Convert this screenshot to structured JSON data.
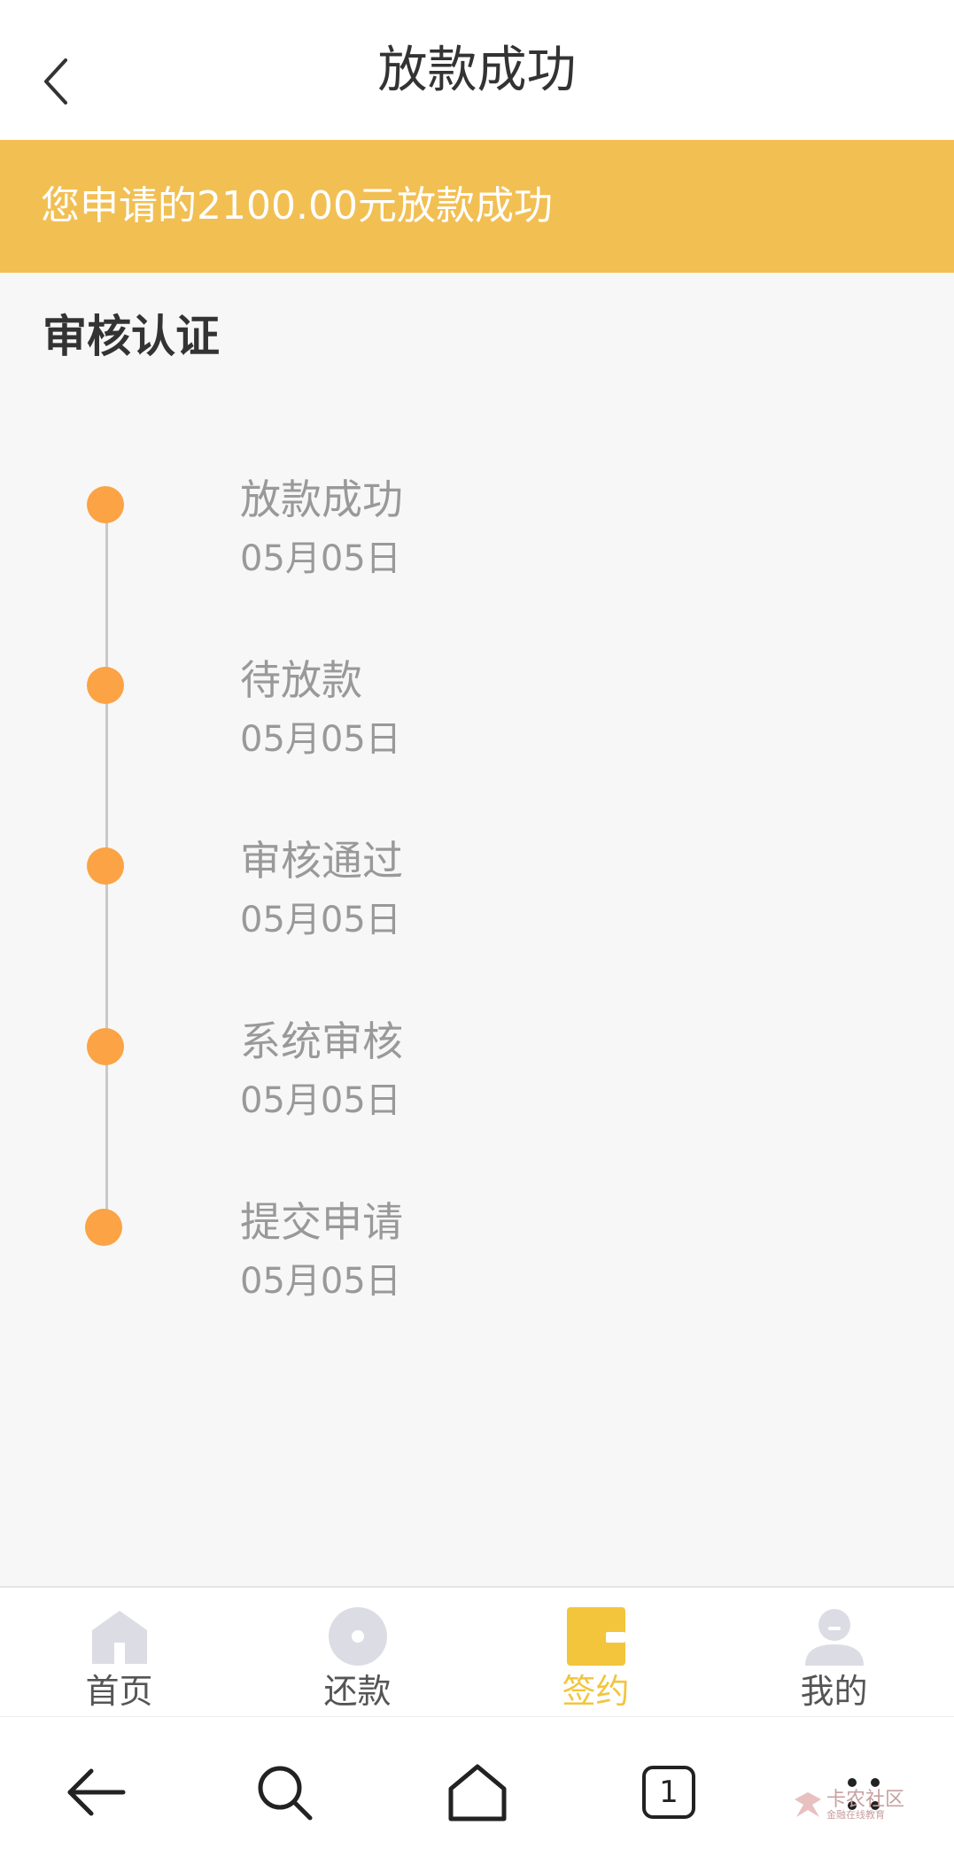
{
  "header": {
    "title": "放款成功"
  },
  "banner": {
    "text": "您申请的2100.00元放款成功"
  },
  "section": {
    "title": "审核认证"
  },
  "timeline": [
    {
      "name": "放款成功",
      "date": "05月05日"
    },
    {
      "name": "待放款",
      "date": "05月05日"
    },
    {
      "name": "审核通过",
      "date": "05月05日"
    },
    {
      "name": "系统审核",
      "date": "05月05日"
    },
    {
      "name": "提交申请",
      "date": "05月05日"
    }
  ],
  "tabs": [
    {
      "label": "首页",
      "icon": "home-icon"
    },
    {
      "label": "还款",
      "icon": "repay-icon"
    },
    {
      "label": "签约",
      "icon": "wallet-icon",
      "active": true
    },
    {
      "label": "我的",
      "icon": "user-icon"
    }
  ],
  "system_nav": {
    "tab_count": "1",
    "watermark_title": "卡农社区",
    "watermark_sub": "金融在线教育"
  },
  "colors": {
    "banner": "#f2bf53",
    "timeline_dot": "#fba345",
    "tab_active": "#f2c53c",
    "tab_inactive_icon": "#dcdce4"
  }
}
